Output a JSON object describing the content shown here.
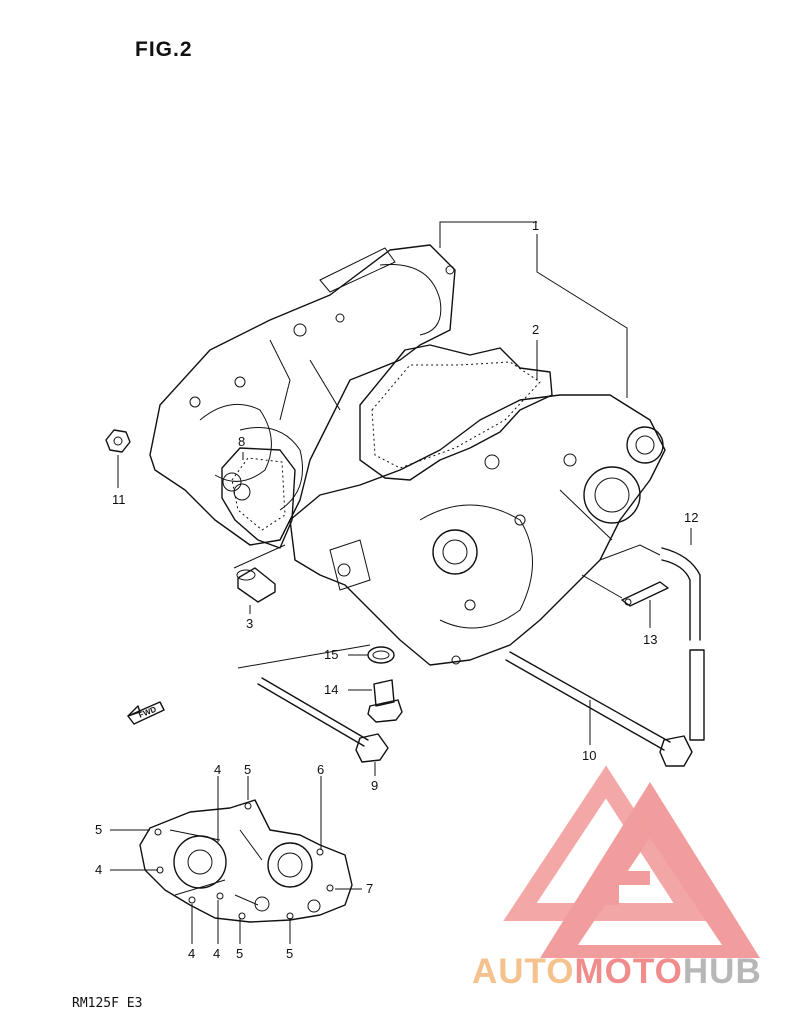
{
  "figure": {
    "title": "FIG.2",
    "model_code": "RM125F  E3",
    "fwd_arrow_label": "FWD"
  },
  "callouts": {
    "c1": "1",
    "c2": "2",
    "c3": "3",
    "c4a": "4",
    "c4b": "4",
    "c4c": "4",
    "c4d": "4",
    "c5a": "5",
    "c5b": "5",
    "c5c": "5",
    "c5d": "5",
    "c6": "6",
    "c7": "7",
    "c8": "8",
    "c9": "9",
    "c10": "10",
    "c11": "11",
    "c12": "12",
    "c13": "13",
    "c14": "14",
    "c15": "15"
  },
  "watermark": {
    "auto": "AUTO",
    "moto": "MOTO",
    "hub": "HUB",
    "logo_color": "#f08c8c",
    "auto_color": "#f5c28e",
    "hub_color": "#b7b7b7"
  }
}
